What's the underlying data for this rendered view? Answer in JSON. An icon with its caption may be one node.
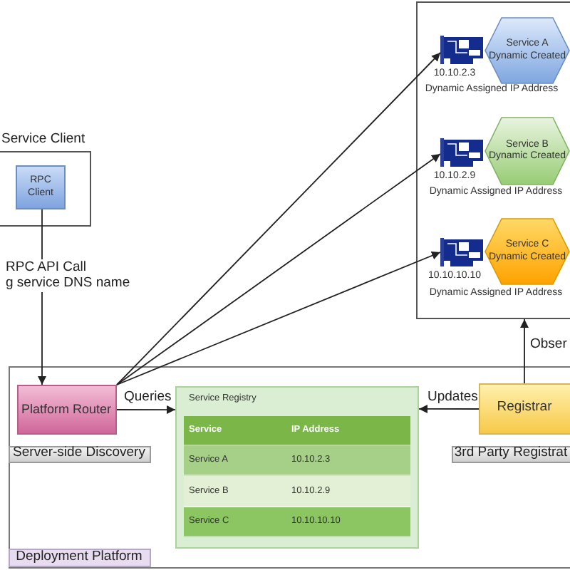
{
  "diagram": {
    "nodes": [
      {
        "text": [],
        "shape": "box"
      },
      {
        "text": [],
        "shape": "picture",
        "in": 0,
        "beside": [
          "10.10.2.3"
        ]
      },
      {
        "text": [
          "Service A",
          "Dynamic Created"
        ],
        "in": 0,
        "beside": [
          "Dynamic Assigned IP Address"
        ]
      },
      {
        "text": [],
        "shape": "picture",
        "in": 0,
        "beside": [
          "10.10.2.9"
        ]
      },
      {
        "text": [
          "Service B",
          "Dynamic Created"
        ],
        "in": 0,
        "beside": [
          "Dynamic Assigned IP Address"
        ]
      },
      {
        "text": [],
        "shape": "picture",
        "in": 0,
        "beside": [
          "10.10.10.10"
        ]
      },
      {
        "text": [
          "Service C",
          "Dynamic Created"
        ],
        "in": 0,
        "beside": [
          "Dynamic Assigned IP Address"
        ]
      },
      {
        "text": [
          "Service Client"
        ]
      },
      {
        "text": [
          "RPC Client"
        ],
        "in": 7
      },
      {
        "text": [
          "Deployment Platform"
        ]
      },
      {
        "text": [
          "Platform Router"
        ],
        "in": 9
      },
      {
        "text": [
          "Service Registry"
        ],
        "in": 9
      },
      {
        "text": [
          "Registrar"
        ],
        "in": 9
      },
      {
        "text": [
          "Server-side Discovery"
        ],
        "in": 9
      },
      {
        "text": [
          "3rd Party Registrat"
        ],
        "in": 9
      }
    ],
    "edges": [
      {
        "from": 8,
        "to": 10,
        "arrow": "to",
        "label": "RPC API Call g service DNS name"
      },
      {
        "from": 10,
        "to": 1,
        "arrow": "to"
      },
      {
        "from": 10,
        "to": 3,
        "arrow": "to"
      },
      {
        "from": 10,
        "to": 5,
        "arrow": "to"
      },
      {
        "from": 10,
        "to": 11,
        "arrow": "to",
        "label": "Queries"
      },
      {
        "from": 12,
        "to": 11,
        "arrow": "to",
        "label": "Updates"
      },
      {
        "from": 12,
        "to": 0,
        "arrow": "to",
        "label": "Obser"
      }
    ],
    "labels": [
      "Service",
      "IP Address",
      "Service A",
      "10.10.2.3",
      "Service B",
      "10.10.2.9",
      "Service C",
      "10.10.10.10"
    ]
  }
}
